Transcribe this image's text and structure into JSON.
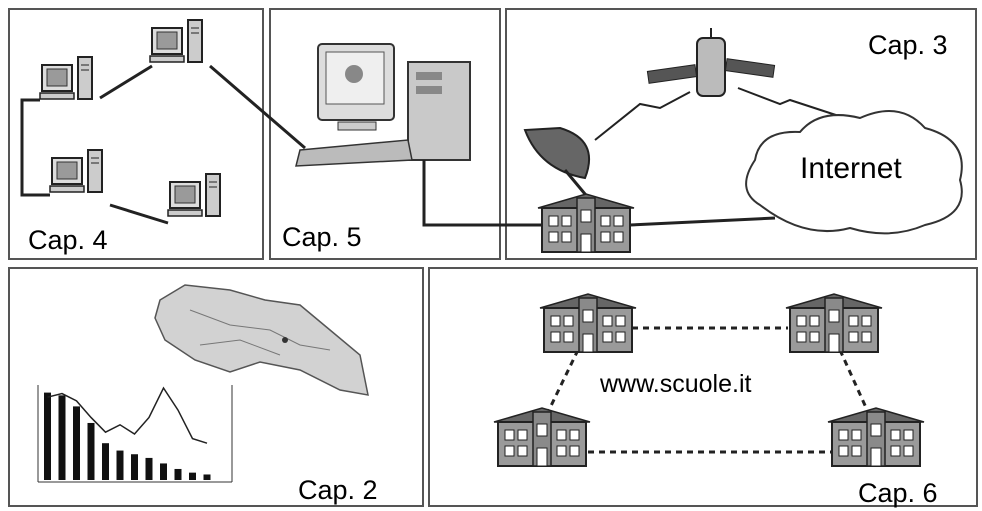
{
  "panels": {
    "cap4": {
      "label": "Cap. 4"
    },
    "cap5": {
      "label": "Cap. 5"
    },
    "cap3": {
      "label": "Cap. 3",
      "cloud_text": "Internet"
    },
    "cap2": {
      "label": "Cap. 2"
    },
    "cap6": {
      "label": "Cap. 6",
      "url": "www.scuole.it"
    }
  },
  "chart_data": {
    "type": "bar",
    "values": [
      95,
      92,
      80,
      62,
      40,
      32,
      28,
      24,
      18,
      12,
      8,
      6
    ],
    "line": [
      90,
      94,
      86,
      68,
      52,
      60,
      50,
      68,
      100,
      76,
      45,
      40
    ],
    "title": "",
    "xlabel": "",
    "ylabel": ""
  },
  "colors": {
    "border": "#555555",
    "building": "#8a8a8a",
    "cloud": "#ffffff",
    "map": "#bdbdbd"
  }
}
